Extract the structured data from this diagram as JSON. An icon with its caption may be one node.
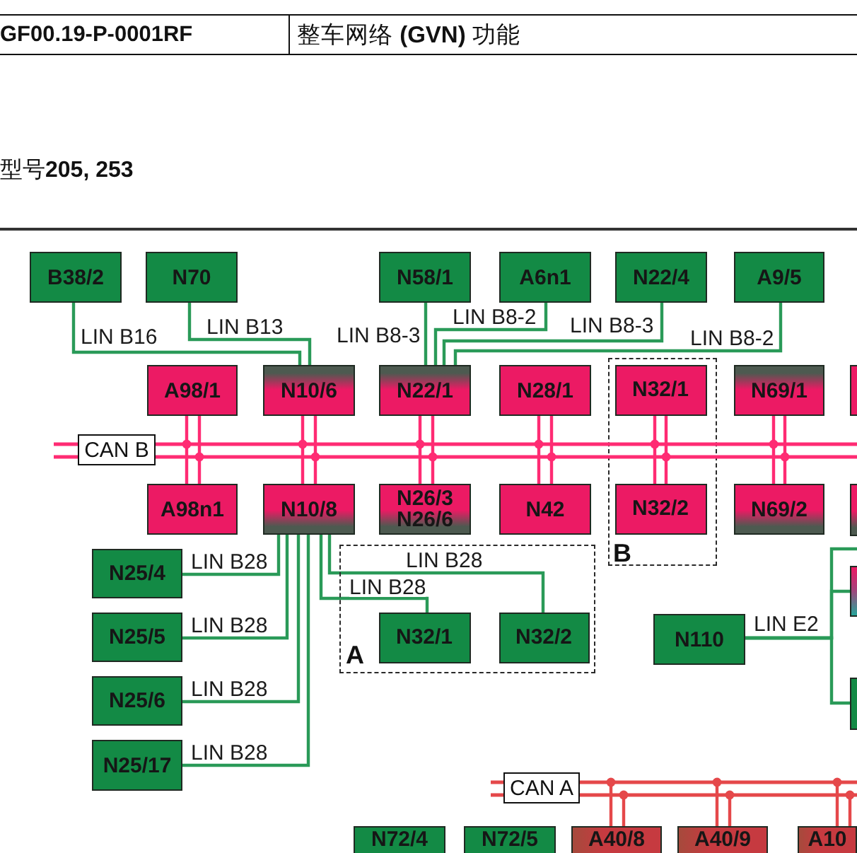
{
  "diagram": {
    "nodes": [
      {
        "text": [
          "B38/2"
        ]
      },
      {
        "text": [
          "N70"
        ]
      },
      {
        "text": [
          "N58/1"
        ]
      },
      {
        "text": [
          "A6n1"
        ]
      },
      {
        "text": [
          "N22/4"
        ]
      },
      {
        "text": [
          "A9/5"
        ]
      },
      {
        "text": [
          "A98/1"
        ]
      },
      {
        "text": [
          "N10/6"
        ]
      },
      {
        "text": [
          "N22/1"
        ]
      },
      {
        "text": [
          "N28/1"
        ]
      },
      {
        "text": [
          "B"
        ]
      },
      {
        "text": [
          "N32/1"
        ],
        "in": 10
      },
      {
        "text": [
          "N69/1"
        ]
      },
      {
        "text": [],
        "shape": "box"
      },
      {
        "text": [
          "CAN B"
        ]
      },
      {
        "text": [
          "A98n1"
        ]
      },
      {
        "text": [
          "N10/8"
        ]
      },
      {
        "text": [
          "N26/3 N26/6"
        ]
      },
      {
        "text": [
          "N42"
        ]
      },
      {
        "text": [
          "N32/2"
        ],
        "in": 10
      },
      {
        "text": [
          "N69/2"
        ]
      },
      {
        "text": [],
        "shape": "box"
      },
      {
        "text": [
          "N25/4"
        ]
      },
      {
        "text": [
          "A"
        ]
      },
      {
        "text": [
          "N32/1"
        ],
        "in": 23
      },
      {
        "text": [
          "N32/2"
        ],
        "in": 23
      },
      {
        "text": [],
        "shape": "box"
      },
      {
        "text": [
          "N25/5"
        ]
      },
      {
        "text": [
          "N110"
        ]
      },
      {
        "text": [],
        "shape": "box"
      },
      {
        "text": [
          "N25/6"
        ]
      },
      {
        "text": [
          "N25/17"
        ]
      },
      {
        "text": [
          "CAN A"
        ]
      },
      {
        "text": [
          "N72/4"
        ]
      },
      {
        "text": [
          "N72/5"
        ]
      },
      {
        "text": [
          "A40/8"
        ]
      },
      {
        "text": [
          "A40/9"
        ]
      },
      {
        "text": [
          "A10"
        ]
      }
    ],
    "edges": [
      {
        "from": 0,
        "to": 7,
        "arrow": "none",
        "label": "LIN B16"
      },
      {
        "from": 1,
        "to": 7,
        "arrow": "none",
        "label": "LIN B13"
      },
      {
        "from": 2,
        "to": 8,
        "arrow": "none",
        "label": "LIN B8-3"
      },
      {
        "from": 3,
        "to": 8,
        "arrow": "none",
        "label": "LIN B8-2"
      },
      {
        "from": 4,
        "to": 8,
        "arrow": "none",
        "label": "LIN B8-3"
      },
      {
        "from": 5,
        "to": 8,
        "arrow": "none",
        "label": "LIN B8-2"
      },
      {
        "from": 6,
        "to": 14,
        "arrow": "none",
        "color": "#ff2b73"
      },
      {
        "from": 7,
        "to": 14,
        "arrow": "none",
        "color": "#ff2b73"
      },
      {
        "from": 8,
        "to": 14,
        "arrow": "none",
        "color": "#ff2b73"
      },
      {
        "from": 9,
        "to": 14,
        "arrow": "none",
        "color": "#ff2b73"
      },
      {
        "from": 11,
        "to": 14,
        "arrow": "none",
        "color": "#ff2b73"
      },
      {
        "from": 12,
        "to": 14,
        "arrow": "none",
        "color": "#ff2b73"
      },
      {
        "from": 15,
        "to": 14,
        "arrow": "none",
        "color": "#ff2b73"
      },
      {
        "from": 16,
        "to": 14,
        "arrow": "none",
        "color": "#ff2b73"
      },
      {
        "from": 17,
        "to": 14,
        "arrow": "none",
        "color": "#ff2b73"
      },
      {
        "from": 18,
        "to": 14,
        "arrow": "none",
        "color": "#ff2b73"
      },
      {
        "from": 19,
        "to": 14,
        "arrow": "none",
        "color": "#ff2b73"
      },
      {
        "from": 20,
        "to": 14,
        "arrow": "none",
        "color": "#ff2b73"
      },
      {
        "from": 16,
        "to": 22,
        "arrow": "none",
        "label": "LIN B28"
      },
      {
        "from": 16,
        "to": 27,
        "arrow": "none",
        "label": "LIN B28"
      },
      {
        "from": 16,
        "to": 30,
        "arrow": "none",
        "label": "LIN B28"
      },
      {
        "from": 16,
        "to": 31,
        "arrow": "none",
        "label": "LIN B28"
      },
      {
        "from": 16,
        "to": 24,
        "arrow": "none",
        "label": "LIN B28"
      },
      {
        "from": 16,
        "to": 25,
        "arrow": "none",
        "label": "LIN B28"
      },
      {
        "from": 28,
        "to": null,
        "arrow": "none",
        "label": "LIN E2"
      },
      {
        "from": 28,
        "to": 26,
        "arrow": "none"
      },
      {
        "from": 28,
        "to": 29,
        "arrow": "none"
      },
      {
        "from": 35,
        "to": 32,
        "arrow": "none",
        "color": "#e5484a"
      },
      {
        "from": 36,
        "to": 32,
        "arrow": "none",
        "color": "#e5484a"
      },
      {
        "from": 37,
        "to": 32,
        "arrow": "none",
        "color": "#e5484a"
      }
    ],
    "labels": [
      "GF00.19-P-0001RF",
      "整车网络 (GVN) 功能",
      "型号205, 253"
    ]
  }
}
